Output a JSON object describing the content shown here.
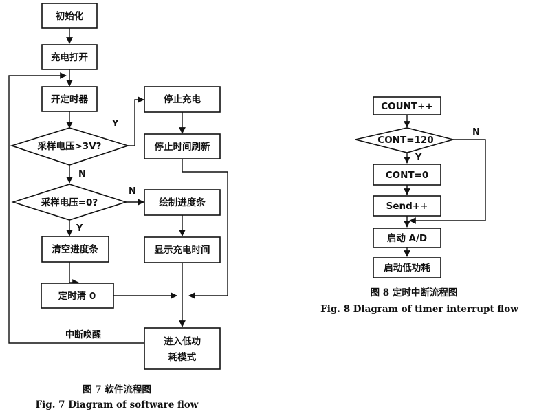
{
  "fig7": {
    "nodes": {
      "init": "初始化",
      "charge_on": "充电打开",
      "timer_on": "开定时器",
      "check_3v": "采样电压>3V?",
      "check_0": "采样电压=0?",
      "clear_bar": "清空进度条",
      "timer_clear": "定时清 0",
      "stop_charge": "停止充电",
      "refresh_stop_time": "停止时间刷新",
      "draw_bar": "绘制进度条",
      "show_time": "显示充电时间",
      "low_power_1": "进入低功",
      "low_power_2": "耗模式"
    },
    "labels": {
      "yes_3v": "Y",
      "no_3v": "N",
      "no_0": "N",
      "yes_0": "Y",
      "wakeup": "中断唤醒"
    },
    "caption_cn": "图 7   软件流程图",
    "caption_en": "Fig. 7   Diagram of software flow"
  },
  "fig8": {
    "nodes": {
      "count_inc": "COUNT++",
      "cont_check": "CONT=120",
      "cont_zero": "CONT=0",
      "send_inc": "Send++",
      "start_ad": "启动 A/D",
      "start_low_power": "启动低功耗"
    },
    "labels": {
      "yes": "Y",
      "no": "N"
    },
    "caption_cn": "图 8   定时中断流程图",
    "caption_en": "Fig. 8   Diagram of timer interrupt flow"
  }
}
